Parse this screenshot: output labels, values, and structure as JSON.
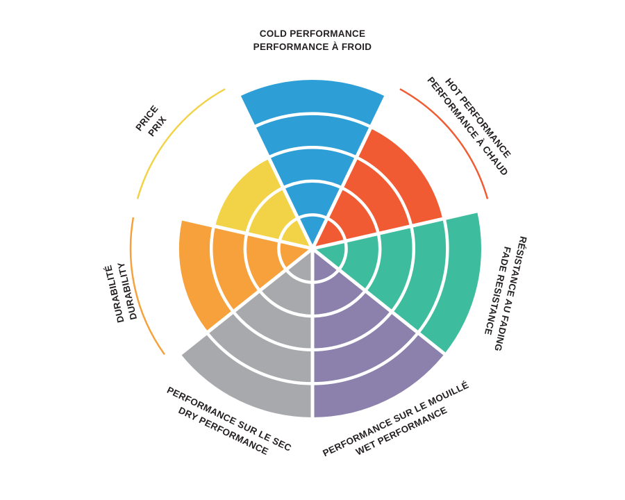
{
  "chart_data": {
    "type": "polar-wheel",
    "description": "Brake pad performance rating wheel, 7 equal angular segments, 5 concentric rating rings, filled radius = rating; thin outer arc in segment color marks full-scale for segments rated below maximum",
    "scale_max": 5,
    "background": "#ffffff",
    "ring_line_color": "#ffffff",
    "text_color": "#231f20",
    "segments": [
      {
        "id": "cold-performance",
        "line1": "COLD PERFORMANCE",
        "line2": "PERFORMANCE À FROID",
        "value": 5,
        "color": "#2E9FD6"
      },
      {
        "id": "hot-performance",
        "line1": "HOT PERFORMANCE",
        "line2": "PERFORMANCE À CHAUD",
        "value": 4,
        "color": "#F15B33"
      },
      {
        "id": "fade-resistance",
        "line1": "RÉSISTANCE AU FADING",
        "line2": "FADE RESISTANCE",
        "value": 5,
        "color": "#3DBD9D"
      },
      {
        "id": "wet-performance",
        "line1": "PERFORMANCE SUR LE MOUILLÉ",
        "line2": "WET PERFORMANCE",
        "value": 5,
        "color": "#8C80AC"
      },
      {
        "id": "dry-performance",
        "line1": "PERFORMANCE SUR LE SEC",
        "line2": "DRY PERFORMANCE",
        "value": 5,
        "color": "#A8A9AD"
      },
      {
        "id": "durability",
        "line1": "DURABILITÉ",
        "line2": "DURABILITY",
        "value": 4,
        "color": "#F6A13C"
      },
      {
        "id": "price",
        "line1": "PRICE",
        "line2": "PRIX",
        "value": 3,
        "color": "#F2D348"
      }
    ]
  }
}
